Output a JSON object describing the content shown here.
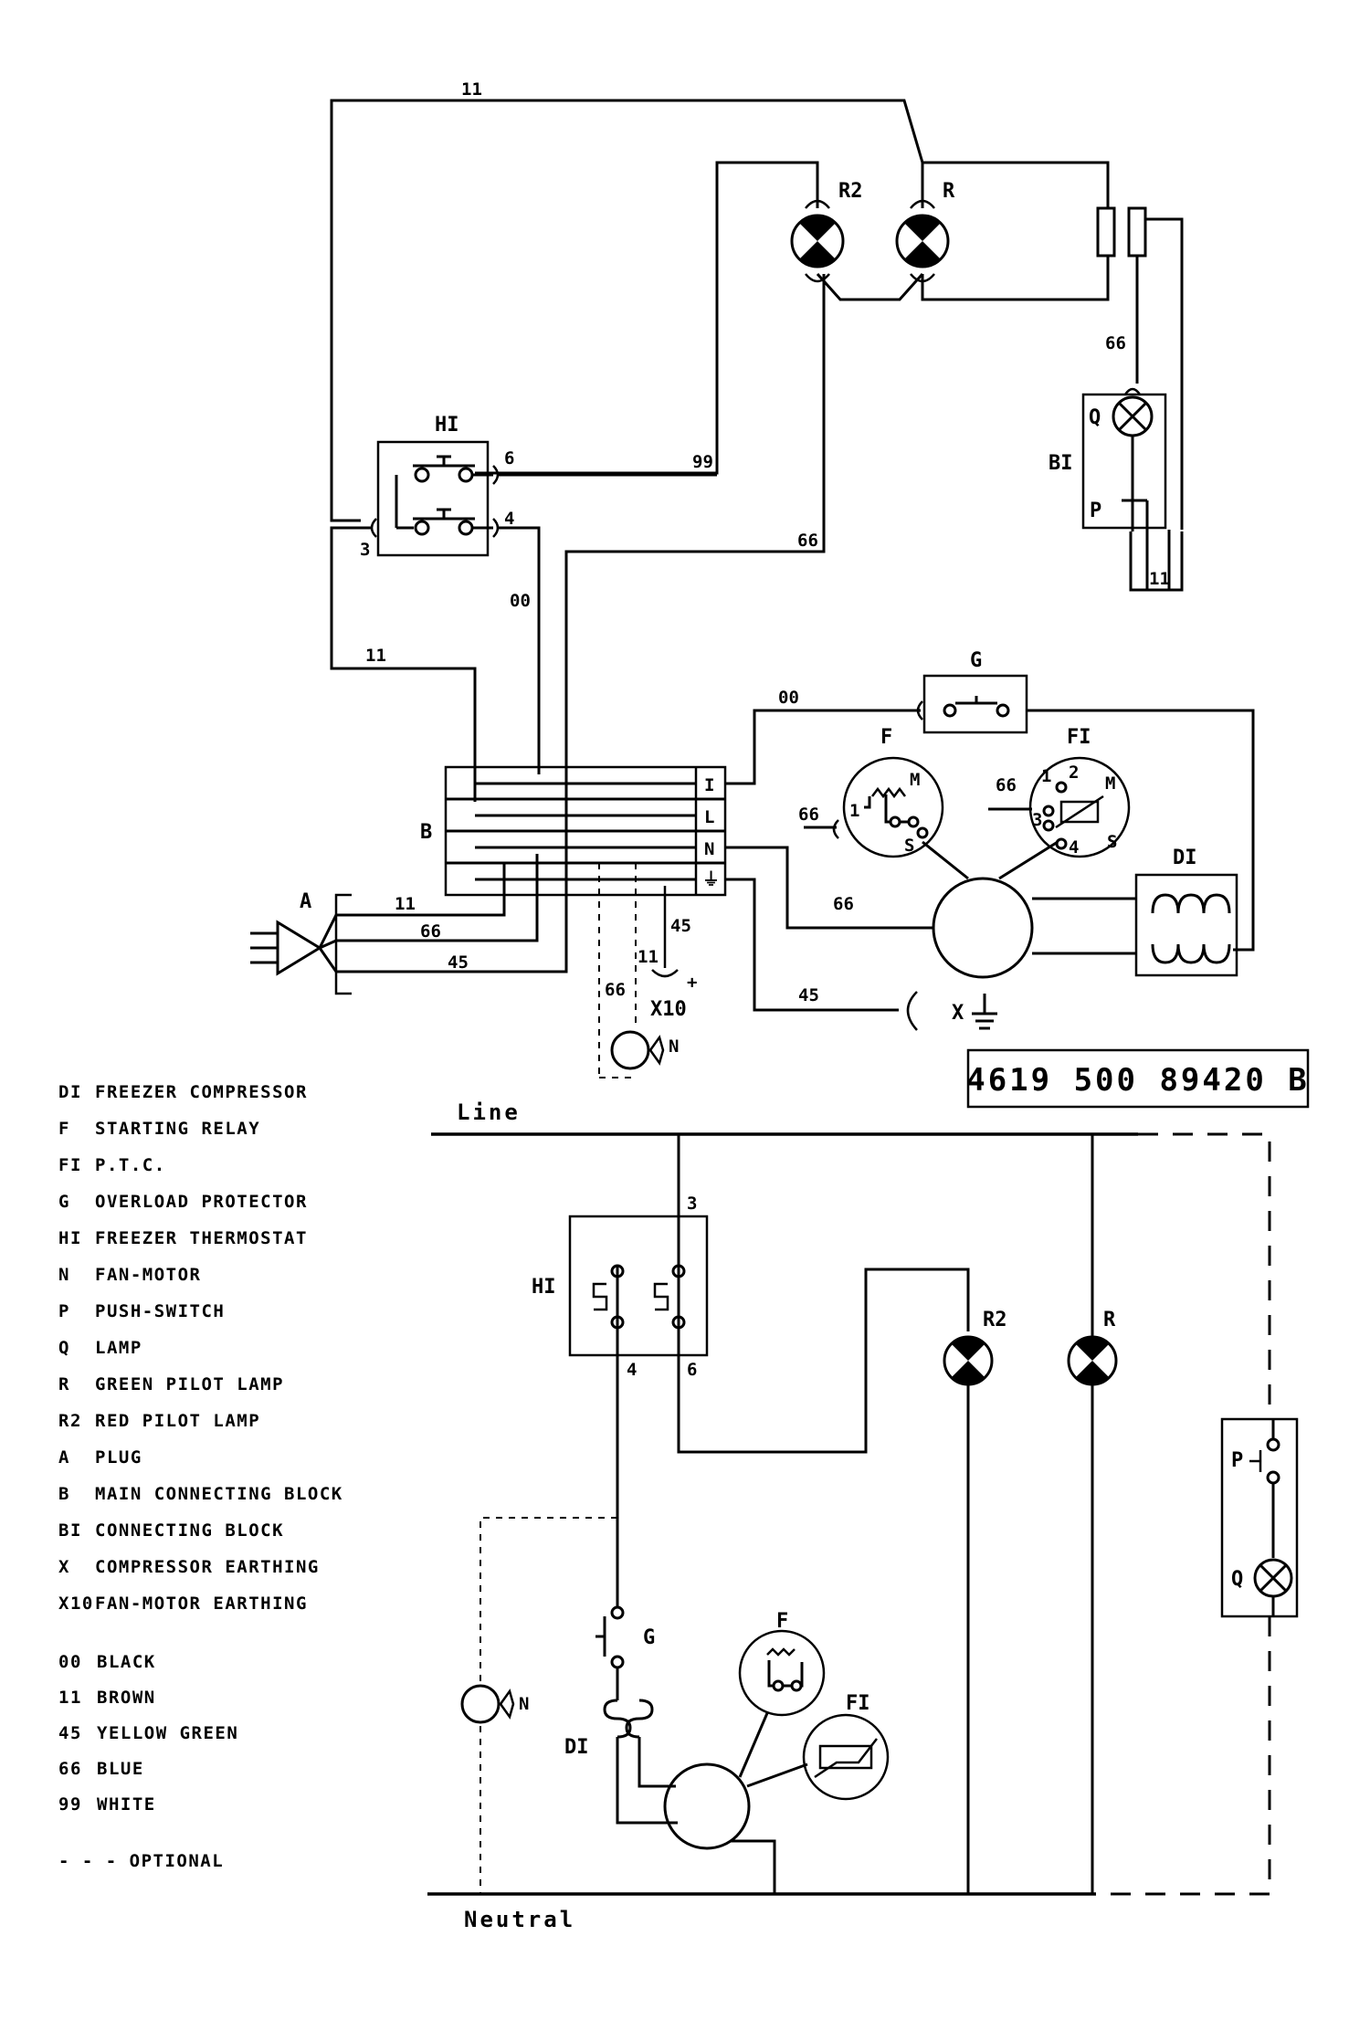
{
  "part_number": "4619 500 89420 B",
  "rails": {
    "line": "Line",
    "neutral": "Neutral"
  },
  "components": {
    "R2": "R2",
    "R": "R",
    "H1": "HI",
    "B1": "BI",
    "Q": "Q",
    "P": "P",
    "B": "B",
    "A": "A",
    "G": "G",
    "F": "F",
    "F1": "FI",
    "D1": "DI",
    "X": "X",
    "X10": "X10",
    "N": "N"
  },
  "terminals": {
    "h1_6": "6",
    "h1_4": "4",
    "h1_3": "3",
    "block_i": "I",
    "block_l": "L",
    "block_n": "N",
    "f_m": "M",
    "f_s": "S",
    "f_1": "1",
    "f1_1": "1",
    "f1_2": "2",
    "f1_3": "3",
    "f1_4": "4",
    "f1_m": "M",
    "f1_s": "S",
    "x10_plus": "+"
  },
  "wire_codes": {
    "top_brown": "11",
    "white_99": "99",
    "blue_66_r2": "66",
    "black_00_h1": "00",
    "brown_11_left": "11",
    "blue_66_b1": "66",
    "brown_11_b1": "11",
    "black_00_g": "00",
    "blue_66_f": "66",
    "blue_66_f1": "66",
    "blue_66_motor": "66",
    "yg_45_earth": "45",
    "plug_11": "11",
    "plug_66": "66",
    "plug_45": "45",
    "x10_45": "45",
    "x10_11": "11",
    "x10_66": "66"
  },
  "legend": [
    {
      "code": "DI",
      "text": "FREEZER COMPRESSOR"
    },
    {
      "code": "F",
      "text": "STARTING RELAY"
    },
    {
      "code": "FI",
      "text": "P.T.C."
    },
    {
      "code": "G",
      "text": "OVERLOAD PROTECTOR"
    },
    {
      "code": "HI",
      "text": "FREEZER THERMOSTAT"
    },
    {
      "code": "N",
      "text": "FAN-MOTOR"
    },
    {
      "code": "P",
      "text": "PUSH-SWITCH"
    },
    {
      "code": "Q",
      "text": "LAMP"
    },
    {
      "code": "R",
      "text": "GREEN PILOT LAMP"
    },
    {
      "code": "R2",
      "text": "RED PILOT LAMP"
    },
    {
      "code": "A",
      "text": "PLUG"
    },
    {
      "code": "B",
      "text": "MAIN CONNECTING BLOCK"
    },
    {
      "code": "BI",
      "text": "CONNECTING BLOCK"
    },
    {
      "code": "X",
      "text": "COMPRESSOR EARTHING"
    },
    {
      "code": "X10",
      "text": "FAN-MOTOR EARTHING"
    }
  ],
  "colors": [
    {
      "code": "00",
      "text": "BLACK"
    },
    {
      "code": "11",
      "text": "BROWN"
    },
    {
      "code": "45",
      "text": "YELLOW GREEN"
    },
    {
      "code": "66",
      "text": "BLUE"
    },
    {
      "code": "99",
      "text": "WHITE"
    }
  ],
  "optional_note": "- - - OPTIONAL"
}
